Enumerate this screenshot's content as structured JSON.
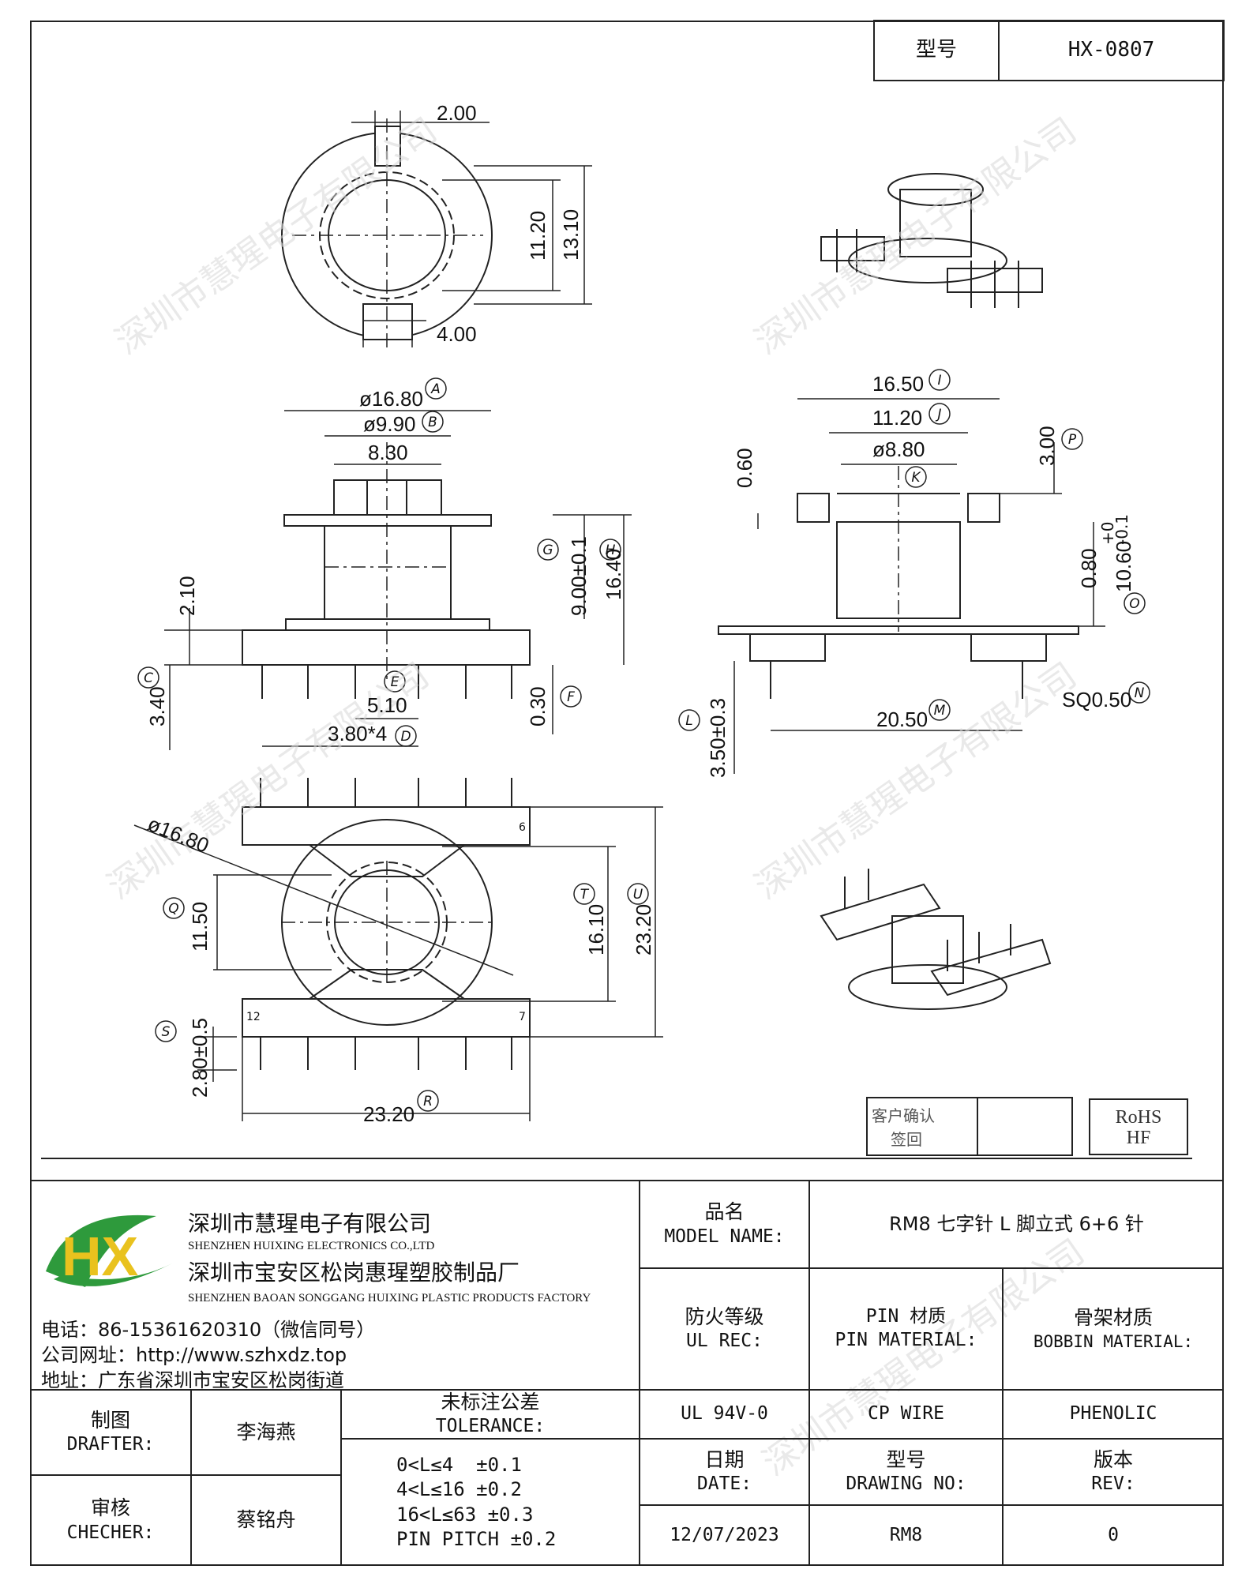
{
  "header": {
    "model_label": "型号",
    "model_value": "HX-0807"
  },
  "drawing": {
    "top_view": {
      "slot_top": "2.00",
      "slot_bottom": "4.00",
      "inner_h": "11.20",
      "outer_h": "13.10"
    },
    "front_view": {
      "d_a": "ø16.80",
      "d_b": "ø9.90",
      "w_830": "8.30",
      "h_g": "9.00±0.1",
      "h_h": "16.40",
      "h_210": "2.10",
      "h_340": "3.40",
      "h_030": "0.30",
      "pitch_e": "5.10",
      "pitch_d": "3.80*4",
      "tags": [
        "A",
        "B",
        "G",
        "H",
        "C",
        "E",
        "F",
        "D"
      ]
    },
    "side_view": {
      "w_i": "16.50",
      "w_j": "11.20",
      "d_k": "ø8.80",
      "h_060": "0.60",
      "h_p": "3.00",
      "h_080": "0.80",
      "h_o": "10.60",
      "tol_o_plus": "+0",
      "tol_o_minus": "-0.1",
      "w_m": "20.50",
      "sq_n": "SQ0.50",
      "h_l": "3.50±0.3",
      "tags": [
        "I",
        "J",
        "K",
        "P",
        "O",
        "M",
        "N",
        "L"
      ]
    },
    "bottom_view": {
      "dia": "ø16.80",
      "h_q": "11.50",
      "h_t": "16.10",
      "h_u": "23.20",
      "w_r": "23.20",
      "h_s": "2.80±0.5",
      "pin6": "6",
      "pin7": "7",
      "pin12": "12",
      "tags": [
        "Q",
        "T",
        "U",
        "R",
        "S"
      ]
    },
    "watermark": "深圳市慧瑆电子有限公司",
    "customer_confirm": {
      "line1": "客户确认",
      "line2": "签回"
    },
    "rohs": {
      "line1": "RoHS",
      "line2": "HF"
    }
  },
  "company": {
    "logo_letters": "HX",
    "name_cn": "深圳市慧瑆电子有限公司",
    "name_en": "SHENZHEN HUIXING ELECTRONICS CO.,LTD",
    "factory_cn": "深圳市宝安区松岗惠瑆塑胶制品厂",
    "factory_en": "SHENZHEN BAOAN SONGGANG HUIXING PLASTIC PRODUCTS FACTORY",
    "phone": "电话：86-15361620310（微信同号）",
    "website": "公司网址：http://www.szhxdz.top",
    "address": "地址：广东省深圳市宝安区松岗街道"
  },
  "title_block": {
    "model_name_cn": "品名",
    "model_name_en": "MODEL NAME:",
    "model_name_value": "RM8 七字针 L 脚立式 6+6 针",
    "ul_cn": "防火等级",
    "ul_en": "UL REC:",
    "pin_cn": "PIN 材质",
    "pin_en": "PIN MATERIAL:",
    "bobbin_cn": "骨架材质",
    "bobbin_en": "BOBBIN MATERIAL:",
    "ul_value": "UL 94V-0",
    "pin_value": "CP WIRE",
    "bobbin_value": "PHENOLIC",
    "drafter_cn": "制图",
    "drafter_en": "DRAFTER:",
    "drafter_value": "李海燕",
    "checker_cn": "审核",
    "checker_en": "CHECHER:",
    "checker_value": "蔡铭舟",
    "tolerance_cn": "未标注公差",
    "tolerance_en": "TOLERANCE:",
    "tolerances": [
      "0<L≤4  ±0.1",
      "4<L≤16 ±0.2",
      "16<L≤63 ±0.3",
      "PIN PITCH ±0.2"
    ],
    "date_cn": "日期",
    "date_en": "DATE:",
    "date_value": "12/07/2023",
    "drawing_cn": "型号",
    "drawing_en": "DRAWING NO:",
    "drawing_value": "RM8",
    "rev_cn": "版本",
    "rev_en": "REV:",
    "rev_value": "0"
  },
  "colors": {
    "logo_green": "#2e9a3c",
    "logo_yellow": "#e9c21e",
    "line": "#222222"
  }
}
